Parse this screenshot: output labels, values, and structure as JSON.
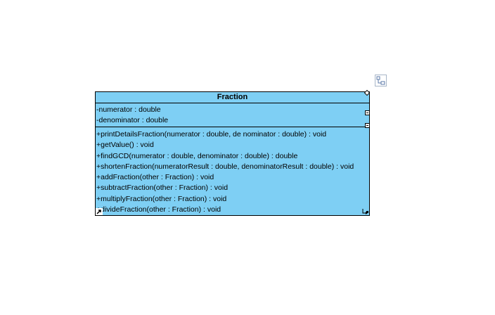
{
  "diagram": {
    "class_name": "Fraction",
    "fill_color": "#7ecff4",
    "attributes": [
      "-numerator : double",
      "-denominator : double"
    ],
    "operations": [
      "+printDetailsFraction(numerator : double, de nominator : double) : void",
      "+getValue() : void",
      "+findGCD(numerator : double, denominator : double) : double",
      "+shortenFraction(numeratorResult : double, denominatorResult : double) : void",
      "+addFraction(other : Fraction) : void",
      "+subtractFraction(other : Fraction) : void",
      "+multiplyFraction(other : Fraction) : void",
      "+divideFraction(other : Fraction) : void"
    ]
  },
  "icons": {
    "side_icon": "resource-catalog-icon",
    "collapse_attributes": "collapse-icon",
    "collapse_operations": "collapse-icon",
    "corner_handle": "diamond-handle-icon",
    "resize": "resize-icon",
    "link": "link-arrow-icon"
  }
}
